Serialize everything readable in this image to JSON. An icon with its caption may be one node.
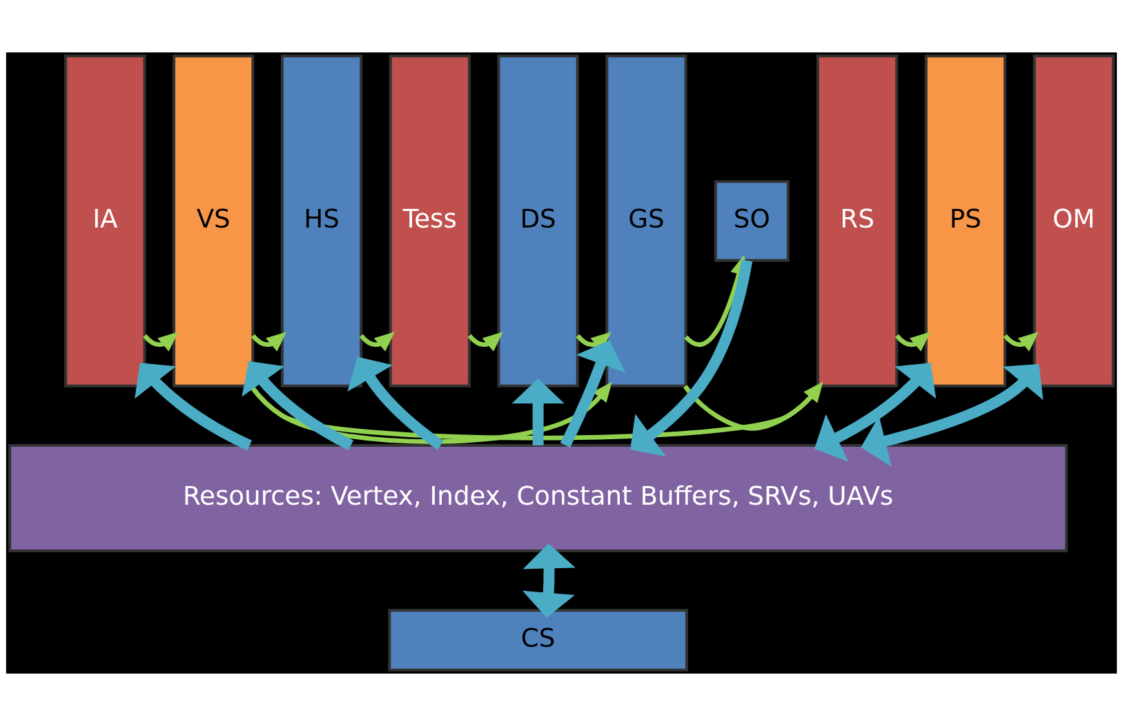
{
  "diagram": {
    "nodes": [
      {
        "text": [
          "IA"
        ]
      },
      {
        "text": [
          "VS"
        ]
      },
      {
        "text": [
          "HS"
        ]
      },
      {
        "text": [
          "Tess"
        ]
      },
      {
        "text": [
          "DS"
        ]
      },
      {
        "text": [
          "GS"
        ]
      },
      {
        "text": [
          "SO"
        ]
      },
      {
        "text": [
          "RS"
        ]
      },
      {
        "text": [
          "PS"
        ]
      },
      {
        "text": [
          "OM"
        ]
      },
      {
        "text": [
          "Resources: Vertex, Index, Constant Buffers, SRVs, UAVs"
        ]
      },
      {
        "text": [
          "CS"
        ]
      }
    ],
    "edges": [
      {
        "from": 0,
        "to": 1,
        "arrow": "to"
      },
      {
        "from": 1,
        "to": 2,
        "arrow": "to"
      },
      {
        "from": 2,
        "to": 3,
        "arrow": "to"
      },
      {
        "from": 3,
        "to": 4,
        "arrow": "to"
      },
      {
        "from": 4,
        "to": 5,
        "arrow": "to"
      },
      {
        "from": 5,
        "to": 7,
        "arrow": "to"
      },
      {
        "from": 5,
        "to": 6,
        "arrow": "to"
      },
      {
        "from": 7,
        "to": 8,
        "arrow": "to"
      },
      {
        "from": 8,
        "to": 9,
        "arrow": "to"
      },
      {
        "from": 1,
        "to": 5,
        "arrow": "to"
      },
      {
        "from": 1,
        "to": 7,
        "arrow": "to"
      },
      {
        "from": 10,
        "to": 0,
        "arrow": "to",
        "style": "thick",
        "color": "#4bacc6"
      },
      {
        "from": 10,
        "to": 1,
        "arrow": "to",
        "style": "thick",
        "color": "#4bacc6"
      },
      {
        "from": 10,
        "to": 2,
        "arrow": "to",
        "style": "thick",
        "color": "#4bacc6"
      },
      {
        "from": 10,
        "to": 4,
        "arrow": "to",
        "style": "thick",
        "color": "#4bacc6"
      },
      {
        "from": 10,
        "to": 5,
        "arrow": "to",
        "style": "thick",
        "color": "#4bacc6"
      },
      {
        "from": 6,
        "to": 10,
        "arrow": "to",
        "style": "thick",
        "color": "#4bacc6"
      },
      {
        "from": 10,
        "to": 8,
        "arrow": "both",
        "style": "thick",
        "color": "#4bacc6"
      },
      {
        "from": 10,
        "to": 9,
        "arrow": "both",
        "style": "thick",
        "color": "#4bacc6"
      },
      {
        "from": 10,
        "to": 11,
        "arrow": "both",
        "style": "thick",
        "color": "#4bacc6"
      }
    ]
  }
}
